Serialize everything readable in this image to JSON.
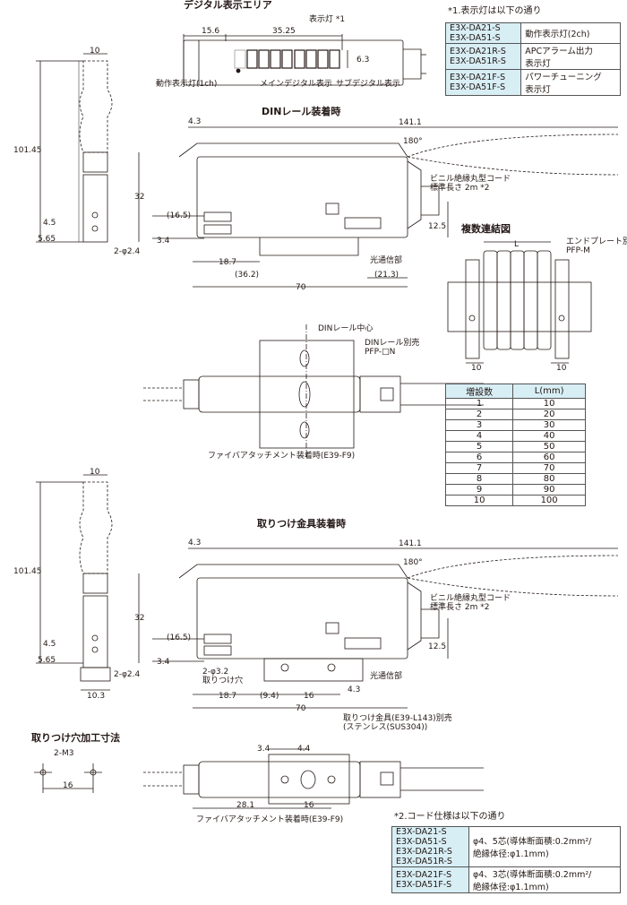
{
  "titles": {
    "digital_display_area": "デジタル表示エリア",
    "din_mount": "DINレール装着時",
    "bracket_mount": "取りつけ金具装着時",
    "mounting_hole": "取りつけ穴加工寸法",
    "multi_connection": "複数連結図"
  },
  "display_area": {
    "dim_15_6": "15.6",
    "dim_35_25": "35.25",
    "dim_6_3": "6.3",
    "indicator_label": "表示灯 *1",
    "op_indicator": "動作表示灯(1ch)",
    "main_digital": "メインデジタル表示",
    "sub_digital": "サブデジタル表示"
  },
  "note1": {
    "title": "*1.表示灯は以下の通り",
    "rows": [
      {
        "models": "E3X-DA21-S\nE3X-DA51-S",
        "desc": "動作表示灯(2ch)"
      },
      {
        "models": "E3X-DA21R-S\nE3X-DA51R-S",
        "desc": "APCアラーム出力\n表示灯"
      },
      {
        "models": "E3X-DA21F-S\nE3X-DA51F-S",
        "desc": "パワーチューニング\n表示灯"
      }
    ]
  },
  "din_view": {
    "dim_10": "10",
    "dim_101_45": "101.45",
    "dim_4_5": "4.5",
    "dim_5_65": "5.65",
    "dim_2_phi2_4": "2-φ2.4",
    "dim_4_3": "4.3",
    "dim_141_1": "141.1",
    "dim_180": "180°",
    "dim_32": "32",
    "dim_16_5": "(16.5)",
    "dim_3_4": "3.4",
    "dim_18_7": "18.7",
    "dim_36_2": "(36.2)",
    "dim_21_3": "(21.3)",
    "dim_70": "70",
    "dim_12_5": "12.5",
    "cord_label": "ビニル絶縁丸型コード\n標準長さ 2m *2",
    "light_comm": "光通信部",
    "din_center": "DINレール中心",
    "din_rail_sold": "DINレール別売\nPFP-□N",
    "fiber_attach": "ファイバアタッチメント装着時(E39-F9)"
  },
  "multi_view": {
    "dim_L": "L",
    "dim_10_left": "10",
    "dim_10_right": "10",
    "end_plate": "エンドプレート別売\nPFP-M"
  },
  "unit_table": {
    "headers": [
      "増設数",
      "L(mm)"
    ],
    "rows": [
      [
        "1",
        "10"
      ],
      [
        "2",
        "20"
      ],
      [
        "3",
        "30"
      ],
      [
        "4",
        "40"
      ],
      [
        "5",
        "50"
      ],
      [
        "6",
        "60"
      ],
      [
        "7",
        "70"
      ],
      [
        "8",
        "80"
      ],
      [
        "9",
        "90"
      ],
      [
        "10",
        "100"
      ]
    ]
  },
  "bracket_view": {
    "dim_10": "10",
    "dim_101_45": "101.45",
    "dim_4_5": "4.5",
    "dim_5_65": "5.65",
    "dim_2_phi2_4": "2-φ2.4",
    "dim_10_3": "10.3",
    "dim_4_3_top": "4.3",
    "dim_141_1": "141.1",
    "dim_180": "180°",
    "dim_32": "32",
    "dim_16_5": "(16.5)",
    "dim_3_4": "3.4",
    "hole_label": "2-φ3.2\n取りつけ穴",
    "dim_18_7": "18.7",
    "dim_9_4": "(9.4)",
    "dim_16": "16",
    "dim_4_3_bottom": "4.3",
    "dim_70": "70",
    "dim_12_5": "12.5",
    "cord_label": "ビニル絶縁丸型コード\n標準長さ 2m *2",
    "light_comm": "光通信部",
    "bracket_label": "取りつけ金具(E39-L143)別売\n(ステンレス(SUS304))"
  },
  "hole_view": {
    "m3": "2-M3",
    "dim_16": "16"
  },
  "bottom_view": {
    "dim_3_4": "3.4",
    "dim_4_4": "4.4",
    "dim_28_1": "28.1",
    "dim_16": "16",
    "fiber_attach": "ファイバアタッチメント装着時(E39-F9)"
  },
  "note2": {
    "title": "*2.コード仕様は以下の通り",
    "rows": [
      {
        "models": "E3X-DA21-S\nE3X-DA51-S\nE3X-DA21R-S\nE3X-DA51R-S",
        "desc": "φ4、5芯(導体断面積:0.2mm²/\n絶縁体径:φ1.1mm)"
      },
      {
        "models": "E3X-DA21F-S\nE3X-DA51F-S",
        "desc": "φ4、3芯(導体断面積:0.2mm²/\n絶縁体径:φ1.1mm)"
      }
    ]
  }
}
